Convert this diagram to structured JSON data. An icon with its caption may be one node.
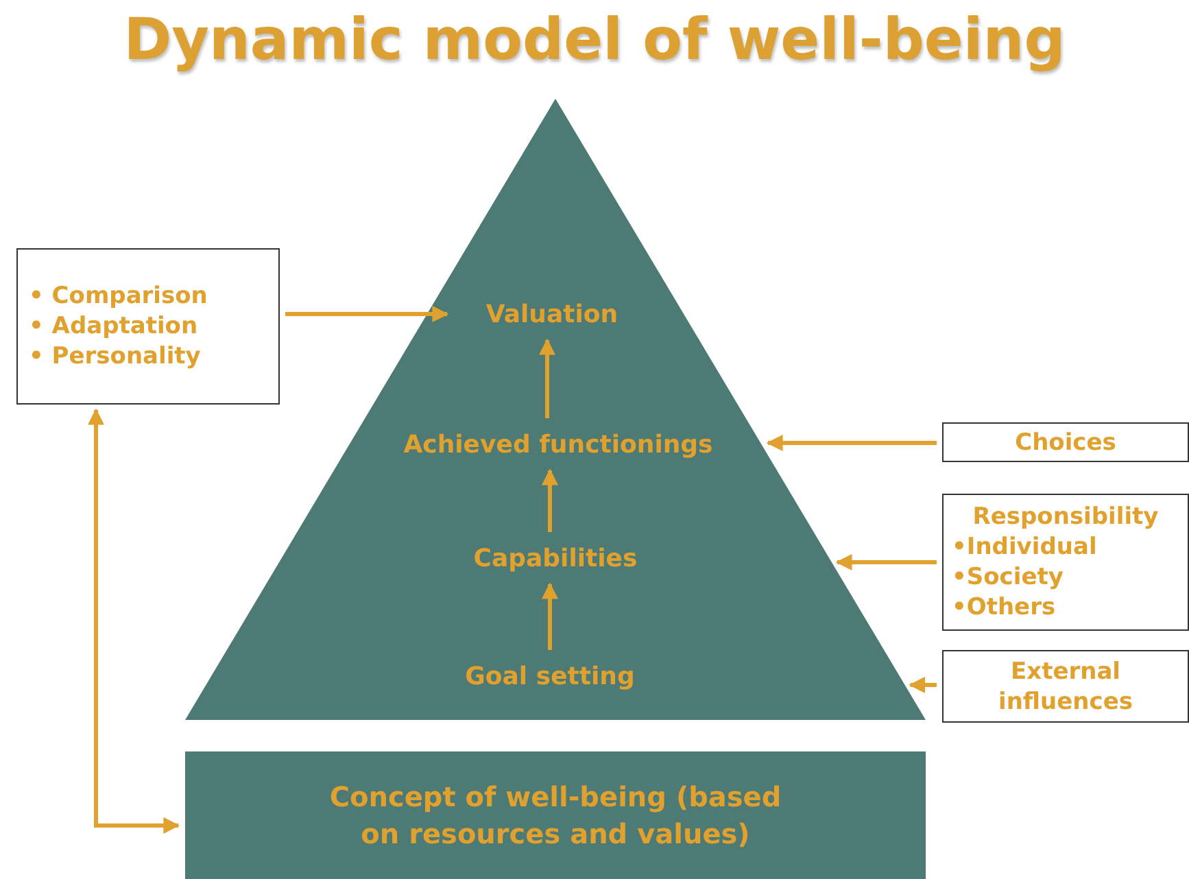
{
  "diagram": {
    "title": "Dynamic model of well-being",
    "nodes": [
      {
        "text": [
          "• Comparison",
          "• Adaptation",
          "• Personality"
        ]
      },
      {
        "text": [],
        "shape": "triangle"
      },
      {
        "text": [
          "Valuation"
        ],
        "in": 1
      },
      {
        "text": [
          "Achieved functionings"
        ],
        "in": 1
      },
      {
        "text": [
          "Capabilities"
        ],
        "in": 1
      },
      {
        "text": [
          "Goal setting"
        ],
        "in": 1
      },
      {
        "text": [
          "Choices"
        ]
      },
      {
        "text": [
          "Responsibility",
          "•Individual",
          "•Society",
          "•Others"
        ]
      },
      {
        "text": [
          "External influences"
        ]
      },
      {
        "text": [
          "Concept of well-being (based on resources and values)"
        ]
      }
    ],
    "edges": [
      {
        "from": 0,
        "to": 2,
        "arrow": "to"
      },
      {
        "from": 3,
        "to": 2,
        "arrow": "to"
      },
      {
        "from": 4,
        "to": 3,
        "arrow": "to"
      },
      {
        "from": 5,
        "to": 4,
        "arrow": "to"
      },
      {
        "from": 6,
        "to": 3,
        "arrow": "to"
      },
      {
        "from": 7,
        "to": 1,
        "arrow": "to"
      },
      {
        "from": 8,
        "to": 1,
        "arrow": "to"
      },
      {
        "from": 9,
        "to": 0,
        "arrow": "both"
      }
    ]
  }
}
